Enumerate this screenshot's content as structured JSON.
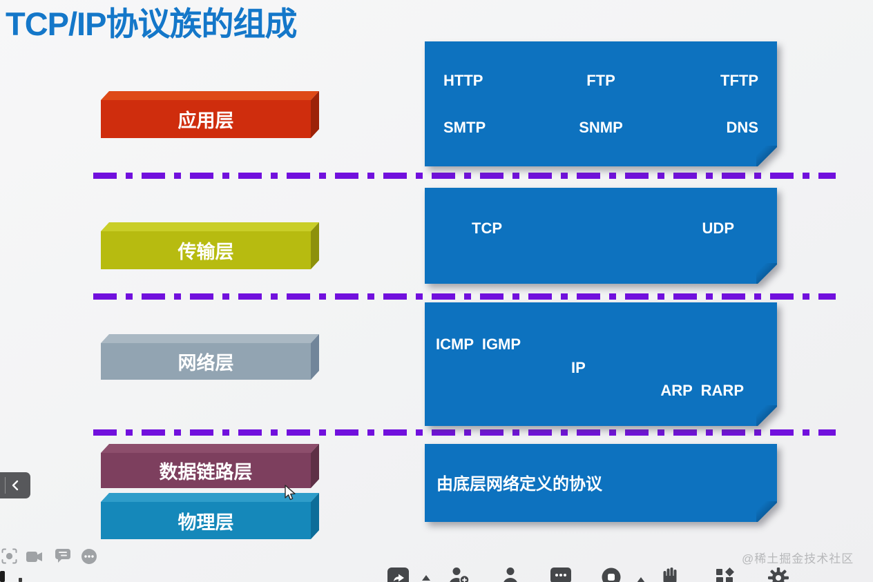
{
  "title": "TCP/IP协议族的组成",
  "watermark": "@稀土掘金技术社区",
  "layers": [
    {
      "label": "应用层"
    },
    {
      "label": "传输层"
    },
    {
      "label": "网络层"
    },
    {
      "label": "数据链路层"
    },
    {
      "label": "物理层"
    }
  ],
  "app_box": {
    "http": "HTTP",
    "ftp": "FTP",
    "tftp": "TFTP",
    "smtp": "SMTP",
    "snmp": "SNMP",
    "dns": "DNS"
  },
  "transport_box": {
    "tcp": "TCP",
    "udp": "UDP"
  },
  "network_box": {
    "row1": "ICMP  IGMP",
    "row2": "IP",
    "row3": "ARP  RARP"
  },
  "link_box": {
    "text": "由底层网络定义的协议"
  },
  "colors": {
    "title_blue": "#1477c9",
    "protocol_box_blue": "#0d72bf",
    "fold_blue": "#084f86",
    "dash_purple": "#7110dd",
    "application_red": "#cf2d0d",
    "transport_olive": "#b7bb10",
    "network_gray": "#92a4b2",
    "datalink_maroon": "#7d3f5e",
    "physical_teal": "#1588ba"
  },
  "icons": {
    "bottom_left": [
      "focus-icon",
      "camera-icon",
      "chat-icon",
      "more-icon"
    ],
    "toolbar": [
      "share-icon",
      "caret-up-icon",
      "add-person-icon",
      "participants-icon",
      "chat-dots-icon",
      "stop-record-icon",
      "caret-up-icon",
      "raise-hand-icon",
      "apps-icon",
      "gear-icon"
    ],
    "nav": [
      "chevron-left-icon"
    ]
  }
}
